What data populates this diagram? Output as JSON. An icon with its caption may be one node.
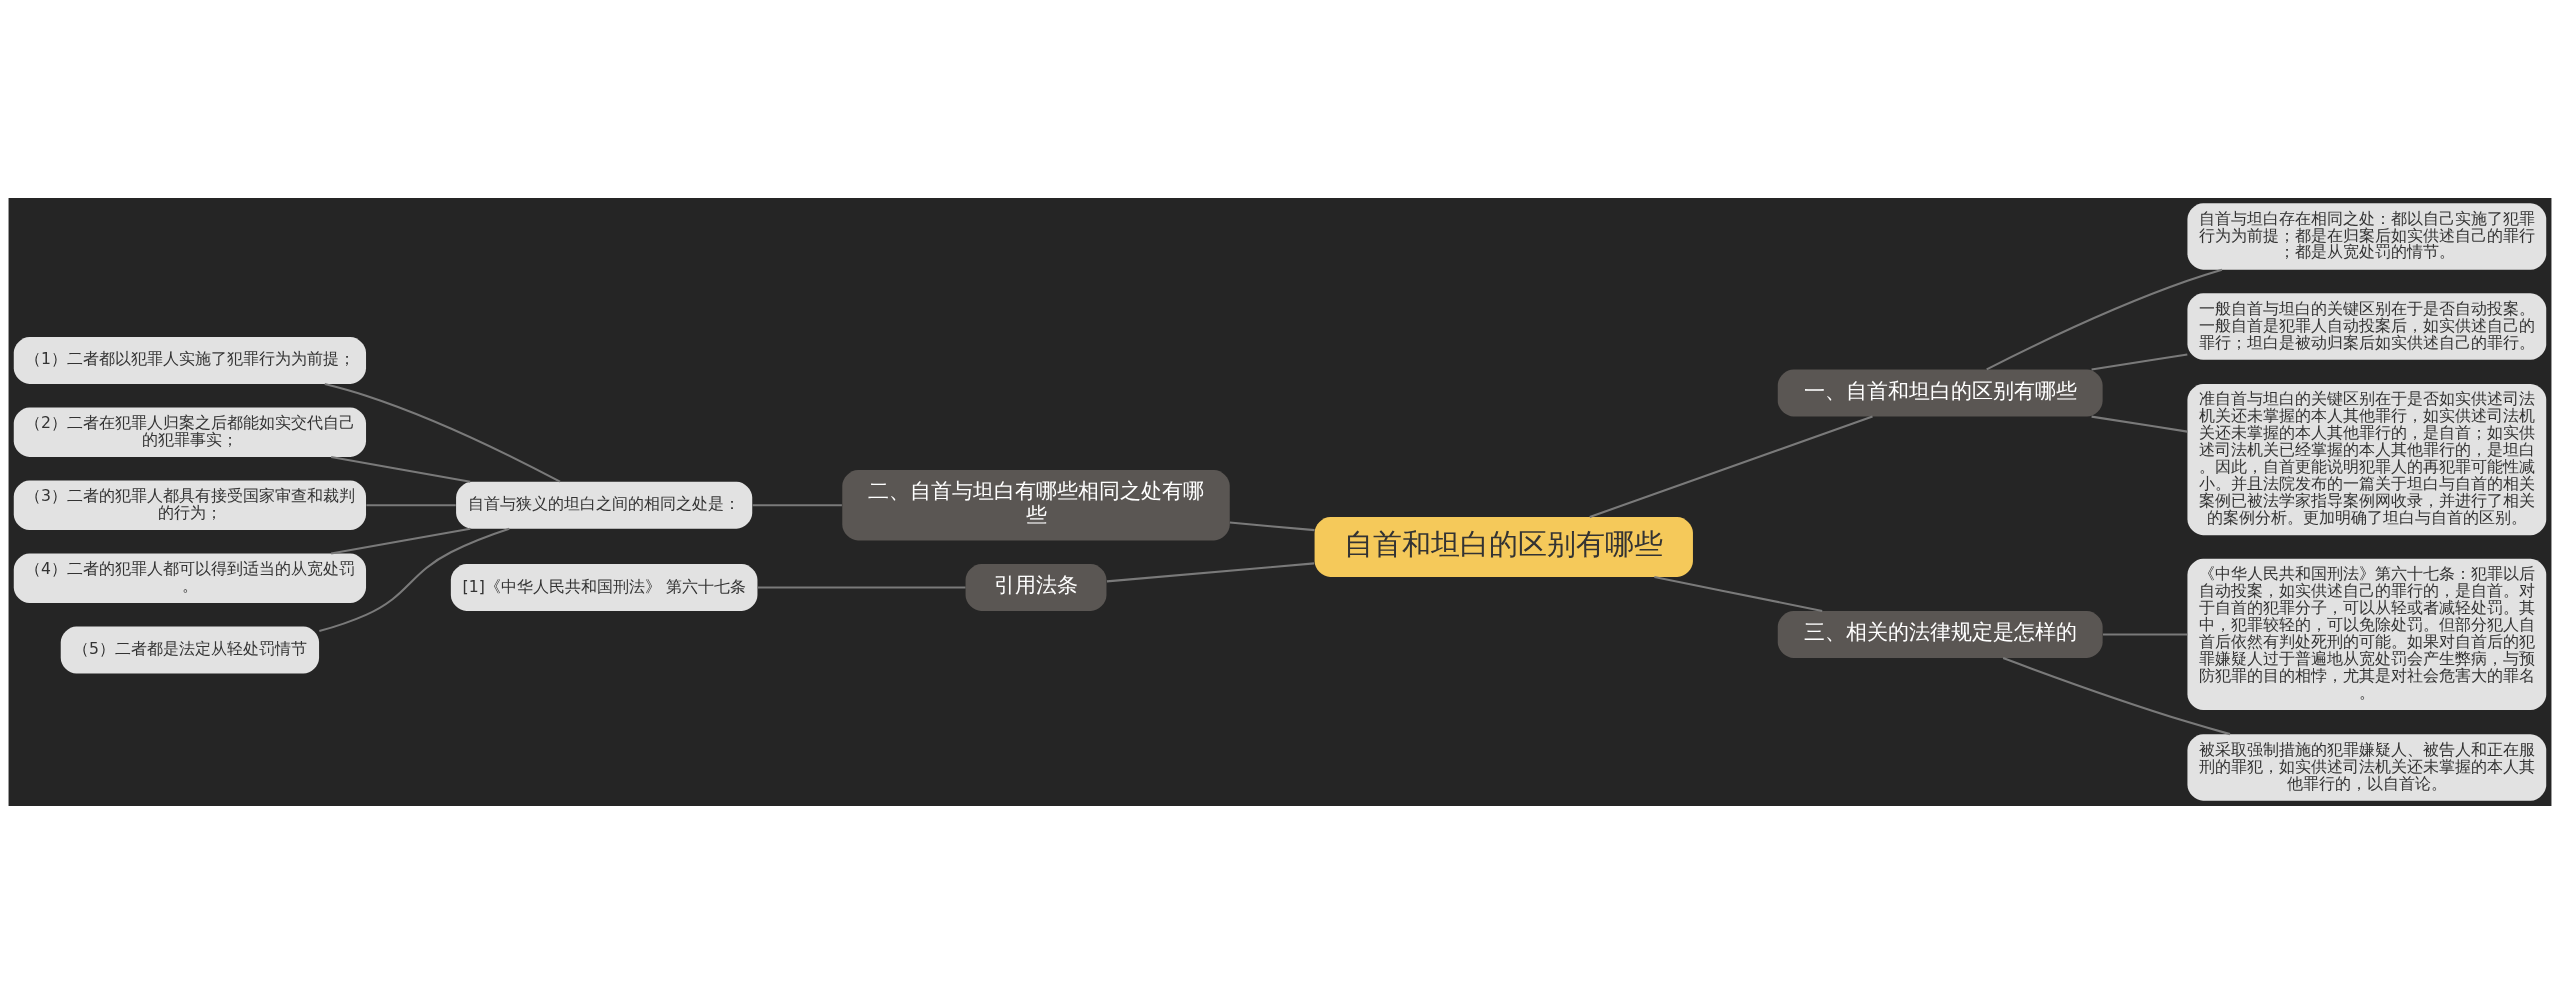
{
  "diagram": {
    "nodes": [
      {
        "text": [
          "自首和坦白的区别有哪些"
        ]
      },
      {
        "text": [
          "一、自首和坦白的区别有哪些"
        ]
      },
      {
        "text": [
          "自首与坦白存在相同之处：都以自己实施了犯罪行为为前提；都是在归案后如实供述自己的罪行；都是从宽处罚的情节。"
        ]
      },
      {
        "text": [
          "一般自首与坦白的关键区别在于是否自动投案。一般自首是犯罪人自动投案后，如实供述自己的罪行；坦白是被动归案后如实供述自己的罪行。"
        ]
      },
      {
        "text": [
          "准自首与坦白的关键区别在于是否如实供述司法机关还未掌握的本人其他罪行，如实供述司法机关还未掌握的本人其他罪行的，是自首；如实供述司法机关已经掌握的本人其他罪行的，是坦白。因此，自首更能说明犯罪人的再犯罪可能性减小。并且法院发布的一篇关于坦白与自首的相关案例已被法学家指导案例网收录，并进行了相关的案例分析。更加明确了坦白与自首的区别。"
        ]
      },
      {
        "text": [
          "二、自首与坦白有哪些相同之处有哪些"
        ]
      },
      {
        "text": [
          "自首与狭义的坦白之间的相同之处是："
        ]
      },
      {
        "text": [
          "（1）二者都以犯罪人实施了犯罪行为为前提；"
        ]
      },
      {
        "text": [
          "（2）二者在犯罪人归案之后都能如实交代自己的犯罪事实；"
        ]
      },
      {
        "text": [
          "（3）二者的犯罪人都具有接受国家审查和裁判的行为；"
        ]
      },
      {
        "text": [
          "（4）二者的犯罪人都可以得到适当的从宽处罚。"
        ]
      },
      {
        "text": [
          "（5）二者都是法定从轻处罚情节"
        ]
      },
      {
        "text": [
          "三、相关的法律规定是怎样的"
        ]
      },
      {
        "text": [
          "《中华人民共和国刑法》第六十七条：犯罪以后自动投案，如实供述自己的罪行的，是自首。对于自首的犯罪分子，可以从轻或者减轻处罚。其中，犯罪较轻的，可以免除处罚。但部分犯人自首后依然有判处死刑的可能。如果对自首后的犯罪嫌疑人过于普遍地从宽处罚会产生弊病，与预防犯罪的目的相悖，尤其是对社会危害大的罪名。"
        ]
      },
      {
        "text": [
          "被采取强制措施的犯罪嫌疑人、被告人和正在服刑的罪犯，如实供述司法机关还未掌握的本人其他罪行的，以自首论。"
        ]
      },
      {
        "text": [
          "引用法条"
        ]
      },
      {
        "text": [
          "[1]《中华人民共和国刑法》 第六十七条"
        ]
      }
    ],
    "edges": [
      {
        "from": 0,
        "to": 1,
        "arrow": "none"
      },
      {
        "from": 1,
        "to": 2,
        "arrow": "none"
      },
      {
        "from": 1,
        "to": 3,
        "arrow": "none"
      },
      {
        "from": 1,
        "to": 4,
        "arrow": "none"
      },
      {
        "from": 0,
        "to": 5,
        "arrow": "none"
      },
      {
        "from": 5,
        "to": 6,
        "arrow": "none"
      },
      {
        "from": 6,
        "to": 7,
        "arrow": "none"
      },
      {
        "from": 6,
        "to": 8,
        "arrow": "none"
      },
      {
        "from": 6,
        "to": 9,
        "arrow": "none"
      },
      {
        "from": 6,
        "to": 10,
        "arrow": "none"
      },
      {
        "from": 6,
        "to": 11,
        "arrow": "none"
      },
      {
        "from": 0,
        "to": 12,
        "arrow": "none"
      },
      {
        "from": 12,
        "to": 13,
        "arrow": "none"
      },
      {
        "from": 12,
        "to": 14,
        "arrow": "none"
      },
      {
        "from": 0,
        "to": 15,
        "arrow": "none"
      },
      {
        "from": 15,
        "to": 16,
        "arrow": "none"
      }
    ]
  }
}
